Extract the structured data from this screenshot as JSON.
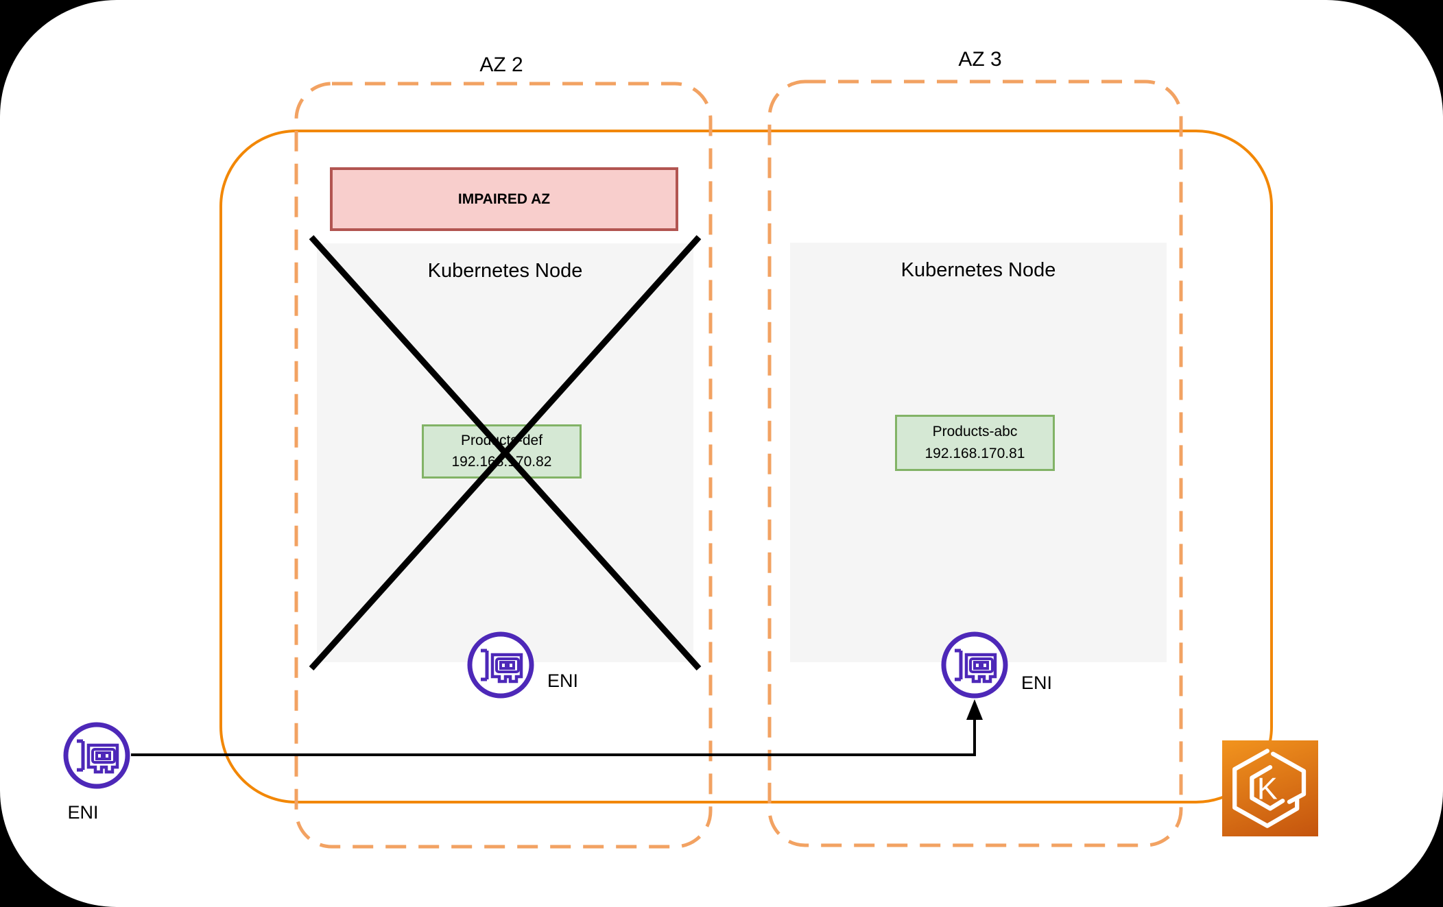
{
  "zones": [
    {
      "label": "AZ 2",
      "impaired_banner": "IMPAIRED AZ",
      "node_title": "Kubernetes Node",
      "node_failed": true,
      "pod": {
        "name": "Products-def",
        "ip": "192.168.170.82"
      },
      "eni_label": "ENI"
    },
    {
      "label": "AZ 3",
      "node_title": "Kubernetes Node",
      "node_failed": false,
      "pod": {
        "name": "Products-abc",
        "ip": "192.168.170.81"
      },
      "eni_label": "ENI"
    }
  ],
  "external_eni": {
    "label": "ENI"
  },
  "eks_icon": {
    "letter": "K"
  },
  "colors": {
    "cluster_border_orange": "#F28705",
    "az_dashed_orange": "#F2A262",
    "eni_purple": "#4D28B8",
    "pod_green_fill": "#D5E8D4",
    "pod_green_border": "#82B366",
    "impaired_red_fill": "#F8CECC",
    "impaired_red_border": "#B25551",
    "node_gray_fill": "#F5F5F5",
    "eks_gradient_top": "#F2941E",
    "eks_gradient_bottom": "#C4540E",
    "cross_and_arrow_black": "#000000"
  }
}
